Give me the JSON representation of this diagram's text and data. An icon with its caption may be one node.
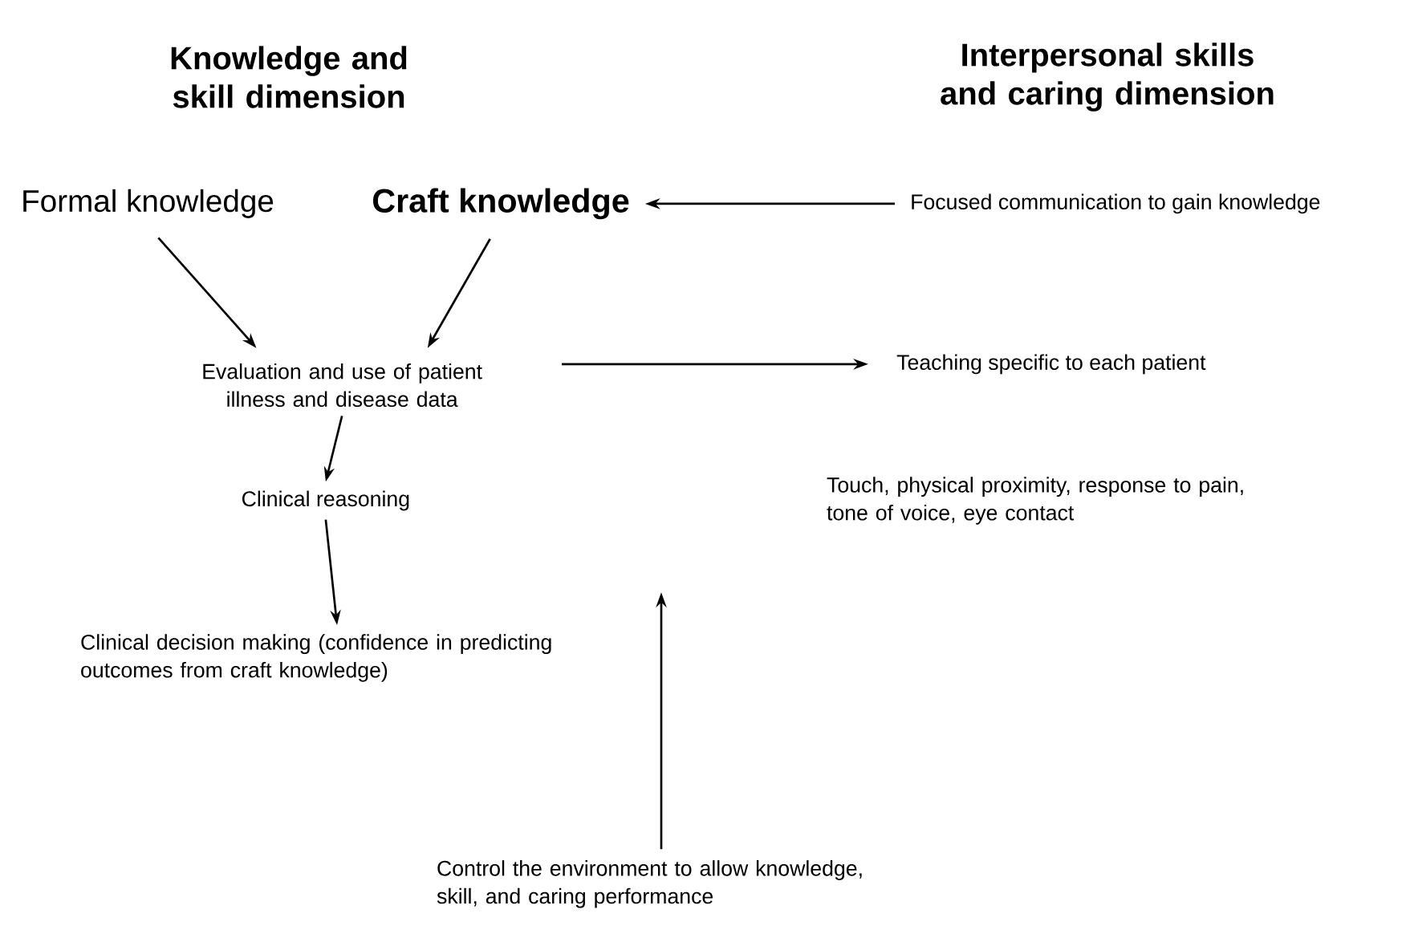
{
  "diagram": {
    "nodes": [
      {
        "text": [
          "Formal knowledge"
        ]
      },
      {
        "text": [
          "Craft knowledge"
        ]
      },
      {
        "text": [
          "Focused communication to gain knowledge"
        ]
      },
      {
        "text": [
          "Evaluation and use of patient illness and disease data"
        ]
      },
      {
        "text": [
          "Teaching specific to each patient"
        ]
      },
      {
        "text": [
          "Clinical reasoning"
        ]
      },
      {
        "text": [
          "Clinical decision making (confidence in predicting outcomes from craft knowledge)"
        ]
      },
      {
        "text": [
          "Control the environment to allow knowledge, skill, and caring performance"
        ]
      }
    ],
    "edges": [
      {
        "from": 0,
        "to": 3,
        "arrow": "to"
      },
      {
        "from": 1,
        "to": 3,
        "arrow": "to"
      },
      {
        "from": 2,
        "to": 1,
        "arrow": "to"
      },
      {
        "from": 3,
        "to": 4,
        "arrow": "to"
      },
      {
        "from": 3,
        "to": 5,
        "arrow": "to"
      },
      {
        "from": 5,
        "to": 6,
        "arrow": "to"
      },
      {
        "from": 7,
        "to": null,
        "arrow": "to"
      }
    ],
    "labels": [
      "Knowledge and skill dimension",
      "Interpersonal skills and caring dimension",
      "Touch, physical proximity, response to pain, tone of voice, eye contact"
    ]
  }
}
